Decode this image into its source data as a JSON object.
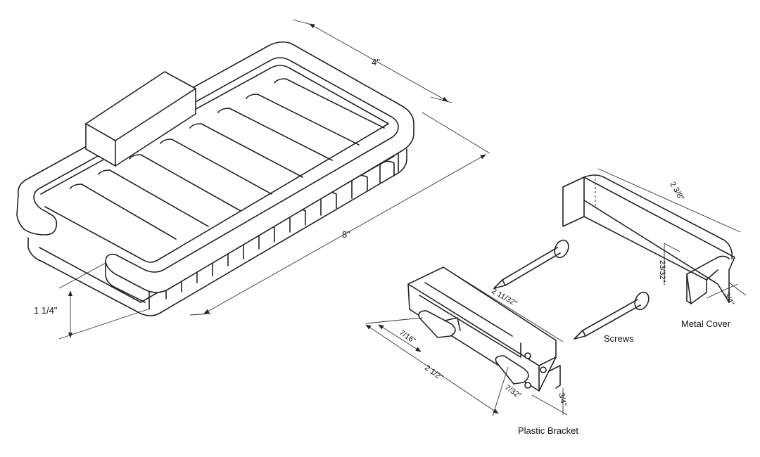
{
  "basket": {
    "dim_width": "4\"",
    "dim_length": "8\"",
    "dim_height": "1 1/4\""
  },
  "parts": {
    "metal_cover": {
      "label": "Metal Cover",
      "dim_length": "2 3/8\"",
      "dim_height": "23/32\"",
      "dim_depth": "3/4\""
    },
    "screws": {
      "label": "Screws"
    },
    "plastic_bracket": {
      "label": "Plastic Bracket",
      "dim_length": "2 11/32\"",
      "dim_spacing": "2 1/2\"",
      "dim_slot": "7/16\"",
      "dim_hole": "7/32\"",
      "dim_height": "3/4\""
    }
  }
}
